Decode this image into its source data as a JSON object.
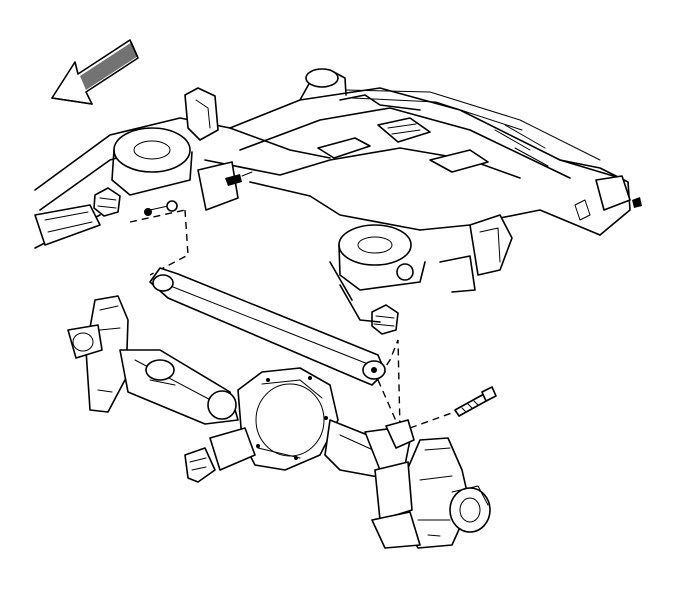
{
  "diagram": {
    "components": [
      {
        "name": "frame-crossmember",
        "label_visible": false
      },
      {
        "name": "track-bar",
        "label_visible": false
      },
      {
        "name": "rear-axle-assembly",
        "label_visible": false
      },
      {
        "name": "track-bar-bolt",
        "label_visible": false
      }
    ],
    "arrow": {
      "direction": "front-left"
    },
    "line_color": "#000000",
    "background_color": "#ffffff"
  }
}
